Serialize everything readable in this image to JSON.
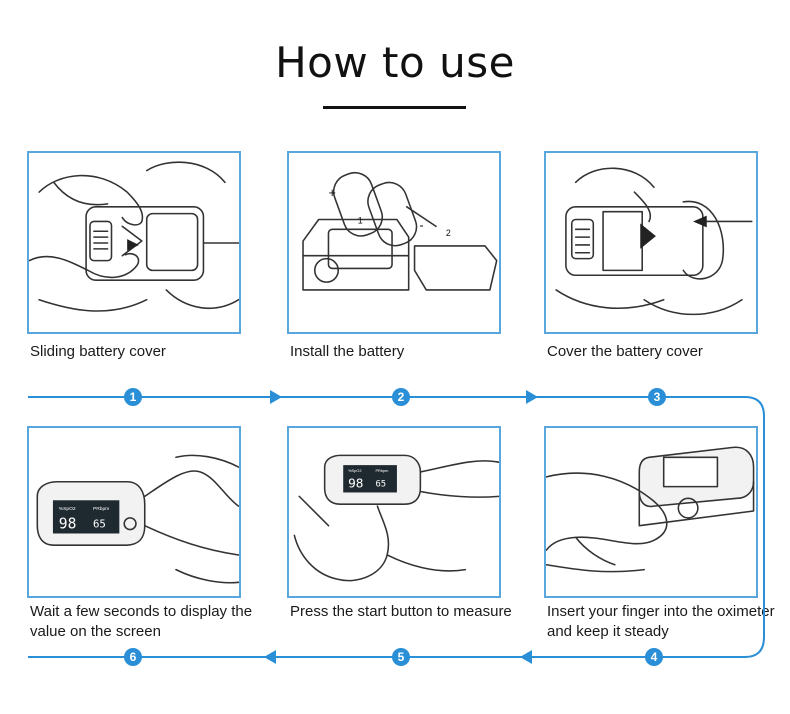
{
  "title": "How to use",
  "steps": [
    {
      "number": "1",
      "caption": "Sliding battery cover"
    },
    {
      "number": "2",
      "caption": "Install the battery"
    },
    {
      "number": "3",
      "caption": "Cover the battery cover"
    },
    {
      "number": "4",
      "caption": "Insert your finger into the oximeter and keep it steady"
    },
    {
      "number": "5",
      "caption": "Press the start button to measure"
    },
    {
      "number": "6",
      "caption": "Wait a few seconds to display the value on the screen"
    }
  ],
  "illustration_text": {
    "battery_plus": "+",
    "battery_minus": "-",
    "arrow_1": "1",
    "arrow_2": "2",
    "display_spo2": "98",
    "display_pr": "65",
    "display_spo2_label": "%SpO2",
    "display_pr_label": "PRbpm"
  },
  "colors": {
    "accent": "#2a8fd6",
    "panel_border": "#5aa7dd",
    "text": "#1a1a1a"
  }
}
